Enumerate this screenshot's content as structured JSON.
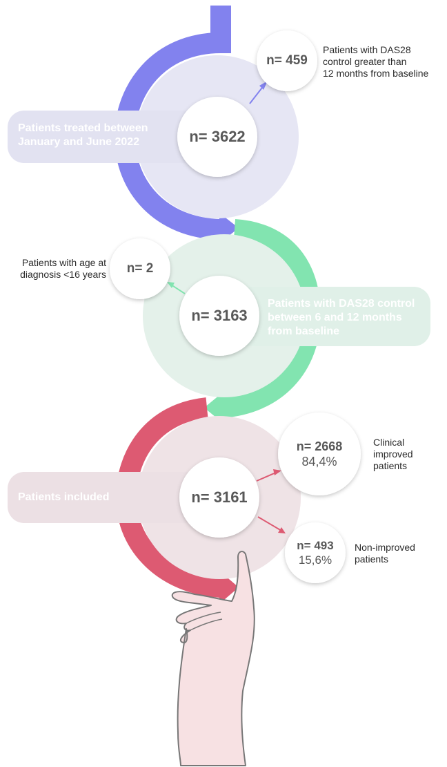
{
  "colors": {
    "blue_band": "#8282ee",
    "blue_bg": "#e6e6f4",
    "blue_label": "#e2e2f1",
    "green_band": "#82e4b0",
    "green_bg": "#e4f1ea",
    "green_label": "#e0f0e8",
    "red_band": "#dd5a72",
    "red_bg": "#efe3e6",
    "red_label": "#ece0e4",
    "number_text": "#585858",
    "hand_fill": "#f7e1e3",
    "hand_stroke": "#777777"
  },
  "stages": [
    {
      "count": "n= 3622",
      "label_lines": [
        "Patients treated between",
        "January and June 2022"
      ],
      "exclusion": {
        "count": "n= 459",
        "text_lines": [
          "Patients with DAS28",
          "control greater than",
          "12 months from baseline"
        ]
      }
    },
    {
      "count": "n= 3163",
      "label_lines": [
        "Patients with DAS28 control",
        "between 6 and 12 months",
        "from baseline"
      ],
      "exclusion": {
        "count": "n= 2",
        "text_lines": [
          "Patients with age at",
          "diagnosis <16 years"
        ]
      }
    },
    {
      "count": "n= 3161",
      "label_lines": [
        "Patients included"
      ],
      "outcomes": [
        {
          "count": "n= 2668",
          "percent": "84,4%",
          "text_lines": [
            "Clinical",
            "improved",
            "patients"
          ]
        },
        {
          "count": "n= 493",
          "percent": "15,6%",
          "text_lines": [
            "Non-improved",
            "patients"
          ]
        }
      ]
    }
  ]
}
